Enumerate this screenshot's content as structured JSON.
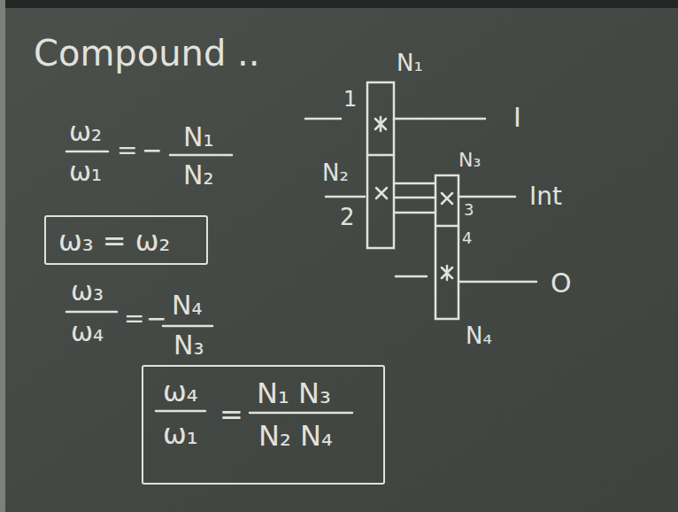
{
  "diagram": {
    "title": "Compound ..",
    "nodes": [
      {
        "text": [
          "ω₃ = ω₂"
        ]
      },
      {
        "text": [
          "ω₄",
          "ω₁",
          "=",
          "N₁ N₃",
          "N₂ N₄"
        ]
      }
    ],
    "labels": [
      "ω₂",
      "ω₁",
      "=",
      "−",
      "N₁",
      "N₂",
      "ω₃",
      "ω₄",
      "=",
      "−",
      "N₄",
      "N₃",
      "N₁",
      "1",
      "I",
      "N₂",
      "2",
      "N₃",
      "3",
      "Int",
      "4",
      "O",
      "N₄"
    ]
  }
}
